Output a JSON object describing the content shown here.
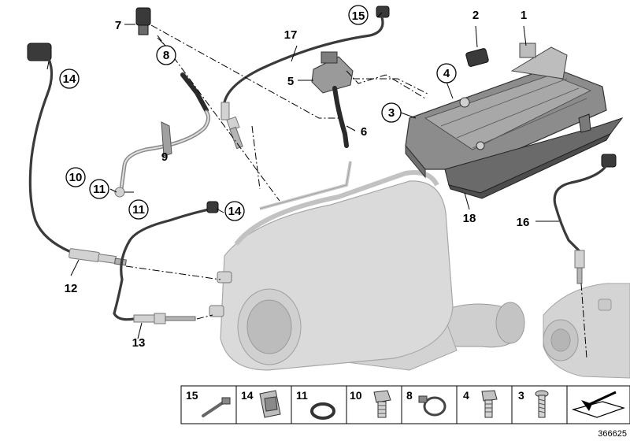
{
  "callouts": {
    "c1": "1",
    "c2": "2",
    "c3": "3",
    "c4": "4",
    "c5": "5",
    "c6": "6",
    "c7": "7",
    "c8": "8",
    "c9": "9",
    "c10": "10",
    "c11a": "11",
    "c11b": "11",
    "c12": "12",
    "c13": "13",
    "c14a": "14",
    "c14b": "14",
    "c15": "15",
    "c16": "16",
    "c17": "17",
    "c18": "18"
  },
  "legend": {
    "items": [
      {
        "label": "15",
        "icon": "cable-tie-icon"
      },
      {
        "label": "14",
        "icon": "clip-nut-icon"
      },
      {
        "label": "11",
        "icon": "sealing-ring-icon"
      },
      {
        "label": "10",
        "icon": "hollow-bolt-icon"
      },
      {
        "label": "8",
        "icon": "hose-clamp-icon"
      },
      {
        "label": "4",
        "icon": "hex-bolt-icon"
      },
      {
        "label": "3",
        "icon": "screw-icon"
      },
      {
        "label": "",
        "icon": "arrow-plate-icon"
      }
    ]
  },
  "diagram_code": "366625",
  "colors": {
    "dpf_body": "#d9d9d9",
    "hose": "#3a3a3a",
    "bracket": "#8c8c8c",
    "outline": "#000000"
  }
}
